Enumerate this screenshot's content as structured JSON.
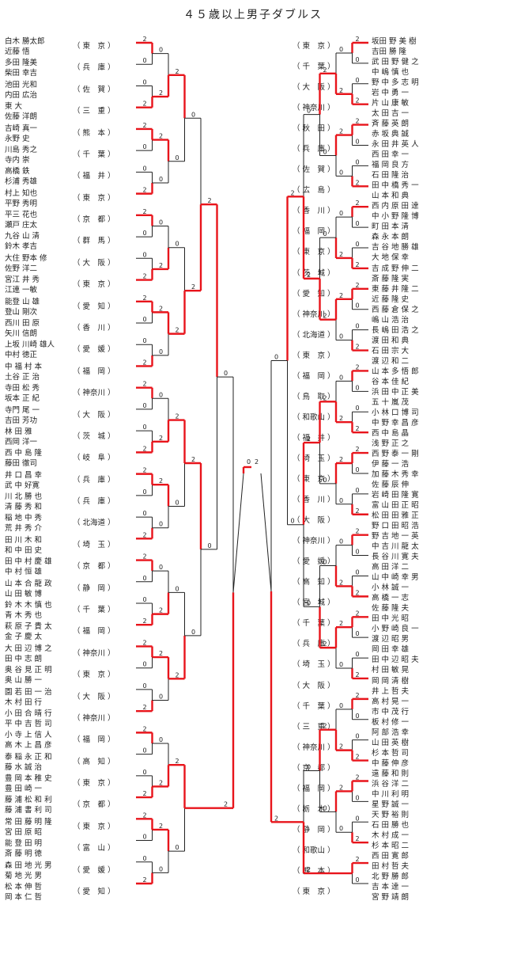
{
  "title": "４５歳以上男子ダブルス",
  "left": [
    {
      "p": [
        "白木 勝太郎",
        "近藤 悟"
      ],
      "pref": "東　京"
    },
    {
      "p": [
        "多田 隆美",
        "柴田 幸吉"
      ],
      "pref": "兵　庫"
    },
    {
      "p": [
        "池田 光和",
        "内田 広治"
      ],
      "pref": "佐　賀"
    },
    {
      "p": [
        "東 大",
        "佐藤 洋朗"
      ],
      "pref": "三　重"
    },
    {
      "p": [
        "吉崎 真一",
        "永野 史"
      ],
      "pref": "熊　本"
    },
    {
      "p": [
        "川島 秀之",
        "寺内 崇"
      ],
      "pref": "千　葉"
    },
    {
      "p": [
        "高橋 鉄",
        "杉浦 秀雄"
      ],
      "pref": "福　井"
    },
    {
      "p": [
        "村上 知也",
        "平野 秀明"
      ],
      "pref": "東　京"
    },
    {
      "p": [
        "平三 花也",
        "瀬戸 庄太"
      ],
      "pref": "京　都"
    },
    {
      "p": [
        "九谷 山 清",
        "鈴木 孝吉"
      ],
      "pref": "群　馬"
    },
    {
      "p": [
        "大住 野本 修",
        "佐野 洋二"
      ],
      "pref": "大　阪"
    },
    {
      "p": [
        "宮江 井 秀",
        "江連 一敏"
      ],
      "pref": "東　京"
    },
    {
      "p": [
        "能登 山 雄",
        "登山 剛次"
      ],
      "pref": "愛　知"
    },
    {
      "p": [
        "西川 田 原",
        "矢川 信朗"
      ],
      "pref": "香　川"
    },
    {
      "p": [
        "上坂 川崎 雄人",
        "中村 徳正"
      ],
      "pref": "愛　媛"
    },
    {
      "p": [
        "中 福 村 本",
        "土谷 正 治"
      ],
      "pref": "福　岡"
    },
    {
      "p": [
        "寺田 松 秀",
        "坂本 正 紀"
      ],
      "pref": "神奈川"
    },
    {
      "p": [
        "寺門 尾 一",
        "吉田 芳功"
      ],
      "pref": "大　阪"
    },
    {
      "p": [
        "林 田 雅",
        "西岡 洋一"
      ],
      "pref": "茨　城"
    },
    {
      "p": [
        "西 中 島 隆",
        "藤田 徹司"
      ],
      "pref": "岐　阜"
    },
    {
      "p": [
        "井 口 昌 幸",
        "武 中 好寛"
      ],
      "pref": "兵　庫"
    },
    {
      "p": [
        "川 北 勝 也",
        "清 藤 秀 和"
      ],
      "pref": "兵　庫"
    },
    {
      "p": [
        "稲 地 中 秀",
        "荒 井 秀 介"
      ],
      "pref": "北海道"
    },
    {
      "p": [
        "田 川 木 和",
        "和 中 田 史"
      ],
      "pref": "埼　玉"
    },
    {
      "p": [
        "田 中 村 慶 雄",
        "中 村 恒 雄"
      ],
      "pref": "京　都"
    },
    {
      "p": [
        "山 本 合 龍 政",
        "山 田 敏 博"
      ],
      "pref": "静　岡"
    },
    {
      "p": [
        "鈴 木 木 慎 也",
        "青 木 秀 也"
      ],
      "pref": "千　葉"
    },
    {
      "p": [
        "萩 原 子 貴 太",
        "金 子 慶 太"
      ],
      "pref": "福　岡"
    },
    {
      "p": [
        "大 田 辺 博 之",
        "田 中 志 朗"
      ],
      "pref": "神奈川"
    },
    {
      "p": [
        "奥 谷 見 正 明",
        "奥 山 勝 一"
      ],
      "pref": "東　京"
    },
    {
      "p": [
        "園 若 田 一 治",
        "木 村 田 行"
      ],
      "pref": "大　阪"
    },
    {
      "p": [
        "小 田 合 晴 行",
        "平 中 吉 哲 司"
      ],
      "pref": "神奈川"
    },
    {
      "p": [
        "小 寺 上 信 人",
        "高 木 上 昌 彦"
      ],
      "pref": "福　岡"
    },
    {
      "p": [
        "泰 稲 永 正 和",
        "藤 水 誠 治"
      ],
      "pref": "高　知"
    },
    {
      "p": [
        "豊 岡 本 稚 史",
        "豊 田 崎 一"
      ],
      "pref": "東　京"
    },
    {
      "p": [
        "藤 浦 松 和 利",
        "藤 浦 書 利 司"
      ],
      "pref": "京　都"
    },
    {
      "p": [
        "常 田 藤 明 隆",
        "宮 田 原 昭"
      ],
      "pref": "東　京"
    },
    {
      "p": [
        "能 登 田 明",
        "斎 藤 明 徳"
      ],
      "pref": "富　山"
    },
    {
      "p": [
        "森 田 地 光 男",
        "菊 地 光 男"
      ],
      "pref": "愛　媛"
    },
    {
      "p": [
        "松 本 伸 哲",
        "岡 本 仁 哲"
      ],
      "pref": "愛　知"
    }
  ],
  "right": [
    {
      "p": [
        "坂田 野 美 樹",
        "吉田 勝 隆"
      ],
      "pref": "東　京"
    },
    {
      "p": [
        "武 田 野 健 之",
        "中 嶋 慎 也"
      ],
      "pref": "千　葉"
    },
    {
      "p": [
        "野 中 多 志 明",
        "岩 中 勇 一"
      ],
      "pref": "大　阪"
    },
    {
      "p": [
        "片 山 康 敏",
        "太 田 吉 一"
      ],
      "pref": "神奈川"
    },
    {
      "p": [
        "斉 藤 英 朗",
        "赤 坂 典 誠"
      ],
      "pref": "秋　田"
    },
    {
      "p": [
        "永 田 井 英 人",
        "西 田 幸 一"
      ],
      "pref": "兵　庫"
    },
    {
      "p": [
        "福 岡 良 方",
        "石 田 隆 治"
      ],
      "pref": "佐　賀"
    },
    {
      "p": [
        "田 中 橋 秀 一",
        "山 本 和 典"
      ],
      "pref": "広　島"
    },
    {
      "p": [
        "西 内 原 田 達",
        "中 小 野 隆 博"
      ],
      "pref": "香　川"
    },
    {
      "p": [
        "町 田 本 清",
        "森 永 本 朗"
      ],
      "pref": "福　岡"
    },
    {
      "p": [
        "吉 谷 地 勝 雄",
        "大 地 保 幸"
      ],
      "pref": "東　京"
    },
    {
      "p": [
        "吉 成 野 伸 二",
        "斎 藤 隆 実"
      ],
      "pref": "茨　城"
    },
    {
      "p": [
        "東 藤 井 隆 二",
        "近 藤 隆 史"
      ],
      "pref": "愛　知"
    },
    {
      "p": [
        "西 藤 倉 保 之",
        "嶋 山 浩 治"
      ],
      "pref": "神奈川"
    },
    {
      "p": [
        "長 嶋 田 浩 之",
        "渡 田 和 典"
      ],
      "pref": "北海道"
    },
    {
      "p": [
        "石 田 宗 大",
        "渡 辺 和 二"
      ],
      "pref": "東　京"
    },
    {
      "p": [
        "山 本 多 悟 郎",
        "谷 本 佳 紀"
      ],
      "pref": "福　岡"
    },
    {
      "p": [
        "浜 田 中 正 美",
        "五 十 嵐 茂"
      ],
      "pref": "鳥　取"
    },
    {
      "p": [
        "小 林 口 博 司",
        "中 野 幸 昌 彦"
      ],
      "pref": "和歌山"
    },
    {
      "p": [
        "西 中 島 晶",
        "浅 野 正 之"
      ],
      "pref": "福　井"
    },
    {
      "p": [
        "西 野 泰 一 剛",
        "伊 藤 一 浩"
      ],
      "pref": "埼　玉"
    },
    {
      "p": [
        "加 藤 木 秀 幸",
        "佐 藤 辰 伸"
      ],
      "pref": "東　京"
    },
    {
      "p": [
        "岩 崎 田 隆 寛",
        "富 山 田 正 昭"
      ],
      "pref": "香　川"
    },
    {
      "p": [
        "松 田 田 雅 正",
        "野 口 田 昭 浩"
      ],
      "pref": "大　阪"
    },
    {
      "p": [
        "野 吉 地 一 英",
        "中 吉 川 龍 太"
      ],
      "pref": "神奈川"
    },
    {
      "p": [
        "長 谷 川 寛 夫",
        "高 田 洋 二"
      ],
      "pref": "愛　媛"
    },
    {
      "p": [
        "山 中 崎 幸 男",
        "小 林 誠 一"
      ],
      "pref": "高　知"
    },
    {
      "p": [
        "高 橋 一 志",
        "佐 藤 隆 夫"
      ],
      "pref": "宮　城"
    },
    {
      "p": [
        "田 中 光 昭",
        "小 野 崎 良 一"
      ],
      "pref": "千　葉"
    },
    {
      "p": [
        "渡 辺 昭 男",
        "岡 田 幸 雄"
      ],
      "pref": "兵　庫"
    },
    {
      "p": [
        "田 中 辺 昭 夫",
        "村 田 敏 晃"
      ],
      "pref": "埼　玉"
    },
    {
      "p": [
        "岡 岡 清 樹",
        "井 上 哲 夫"
      ],
      "pref": "大　阪"
    },
    {
      "p": [
        "高 村 晃 一",
        "市 中 茂 行"
      ],
      "pref": "千　葉"
    },
    {
      "p": [
        "板 村 修 一",
        "阿 部 浩 幸"
      ],
      "pref": "三　重"
    },
    {
      "p": [
        "山 田 英 樹",
        "杉 本 哲 司"
      ],
      "pref": "神奈川"
    },
    {
      "p": [
        "中 藤 伸 彦",
        "遠 藤 和 則"
      ],
      "pref": "京　都"
    },
    {
      "p": [
        "浜 谷 洋 二",
        "中 川 利 明"
      ],
      "pref": "福　岡"
    },
    {
      "p": [
        "星 野 誠 一",
        "天 野 裕 則"
      ],
      "pref": "栃　木"
    },
    {
      "p": [
        "石 田 勝 也",
        "木 村 成 一"
      ],
      "pref": "静　岡"
    },
    {
      "p": [
        "杉 本 昭 二",
        "西 田 寛 郎"
      ],
      "pref": "和歌山"
    },
    {
      "p": [
        "田 村 哲 夫",
        "北 野 勝 郎"
      ],
      "pref": "熊　本"
    },
    {
      "p": [
        "吉 本 達 一",
        "宮 野 靖 朗"
      ],
      "pref": "東　京"
    }
  ]
}
